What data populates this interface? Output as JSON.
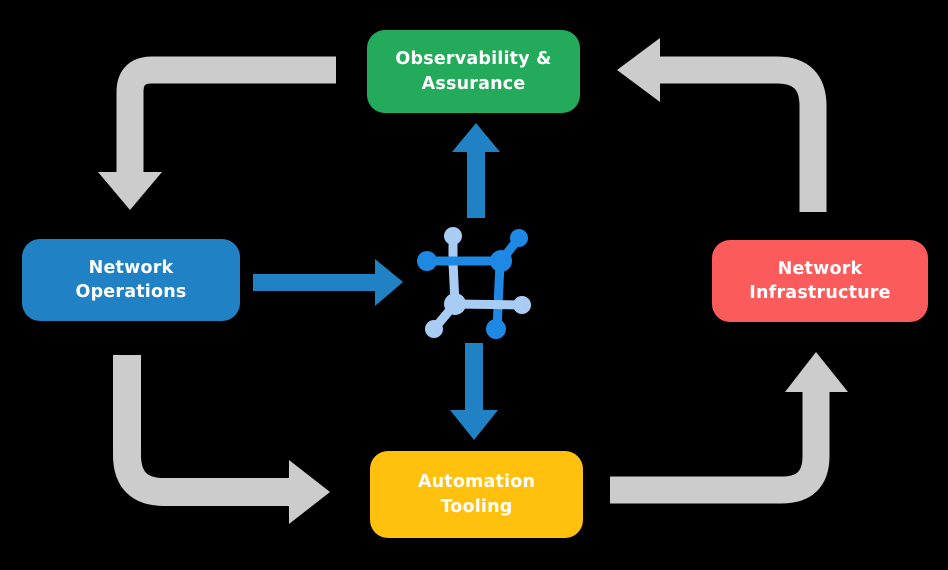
{
  "diagram": {
    "description": "Network automation lifecycle cycle diagram",
    "center_icon": "network-nodes-icon"
  },
  "nodes": [
    {
      "id": "observability-assurance",
      "lines": [
        "Observability &",
        "Assurance"
      ],
      "color": "#23AB5B"
    },
    {
      "id": "network-operations",
      "lines": [
        "Network",
        "Operations"
      ],
      "color": "#2082C4"
    },
    {
      "id": "network-infrastructure",
      "lines": [
        "Network",
        "Infrastructure"
      ],
      "color": "#FC5B5B"
    },
    {
      "id": "automation-tooling",
      "lines": [
        "Automation",
        "Tooling"
      ],
      "color": "#FFC10E"
    }
  ],
  "flows": {
    "gray_cycle": [
      {
        "from": "observability-assurance",
        "to": "network-operations"
      },
      {
        "from": "network-operations",
        "to": "automation-tooling"
      },
      {
        "from": "automation-tooling",
        "to": "network-infrastructure"
      },
      {
        "from": "network-infrastructure",
        "to": "observability-assurance"
      }
    ],
    "blue_arrows": [
      {
        "from": "network-operations",
        "to": "center-icon",
        "direction": "right"
      },
      {
        "from": "center-icon",
        "to": "observability-assurance",
        "direction": "up"
      },
      {
        "from": "center-icon",
        "to": "automation-tooling",
        "direction": "down"
      }
    ]
  },
  "colors": {
    "background": "#000000",
    "arrow_gray": "#CCCCCC",
    "arrow_blue": "#2082C4",
    "icon_blue_dark": "#1E88E5",
    "icon_blue_light": "#A9CCF4",
    "label_text": "#FFFFFF"
  }
}
